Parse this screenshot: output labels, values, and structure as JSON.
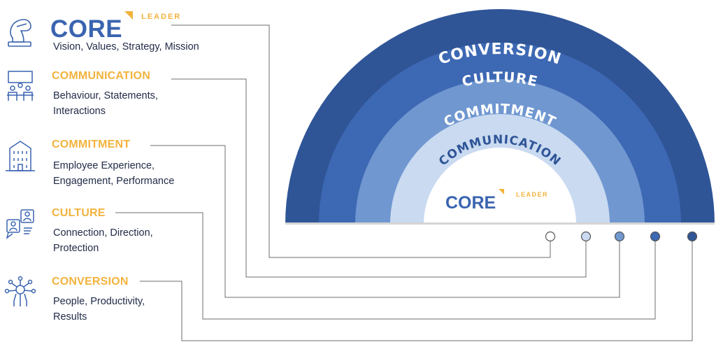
{
  "left_items": [
    {
      "title": "",
      "icon": "chess-knight-icon",
      "desc": "Vision, Values, Strategy, Mission",
      "logo": {
        "word": "CORE",
        "tag": "LEADER"
      }
    },
    {
      "title": "COMMUNICATION",
      "icon": "meeting-table-icon",
      "desc": "Behaviour, Statements,\nInteractions"
    },
    {
      "title": "COMMITMENT",
      "icon": "office-building-icon",
      "desc": "Employee Experience,\nEngagement, Performance"
    },
    {
      "title": "CULTURE",
      "icon": "video-call-people-icon",
      "desc": "Connection, Direction,\nProtection"
    },
    {
      "title": "CONVERSION",
      "icon": "network-hub-icon",
      "desc": "People, Productivity,\nResults"
    }
  ],
  "rainbow": {
    "layers": [
      "CONVERSION",
      "CULTURE",
      "COMMITMENT",
      "COMMUNICATION"
    ],
    "center_logo": {
      "word": "CORE",
      "tag": "LEADER"
    }
  },
  "colors": {
    "accent": "#f2b33d",
    "brand_blue": "#3a64b0",
    "layer_conversion": "#2f5597",
    "layer_culture": "#3d68b3",
    "layer_commitment": "#7097d0",
    "layer_communication": "#c9daf1",
    "core": "#ffffff"
  }
}
